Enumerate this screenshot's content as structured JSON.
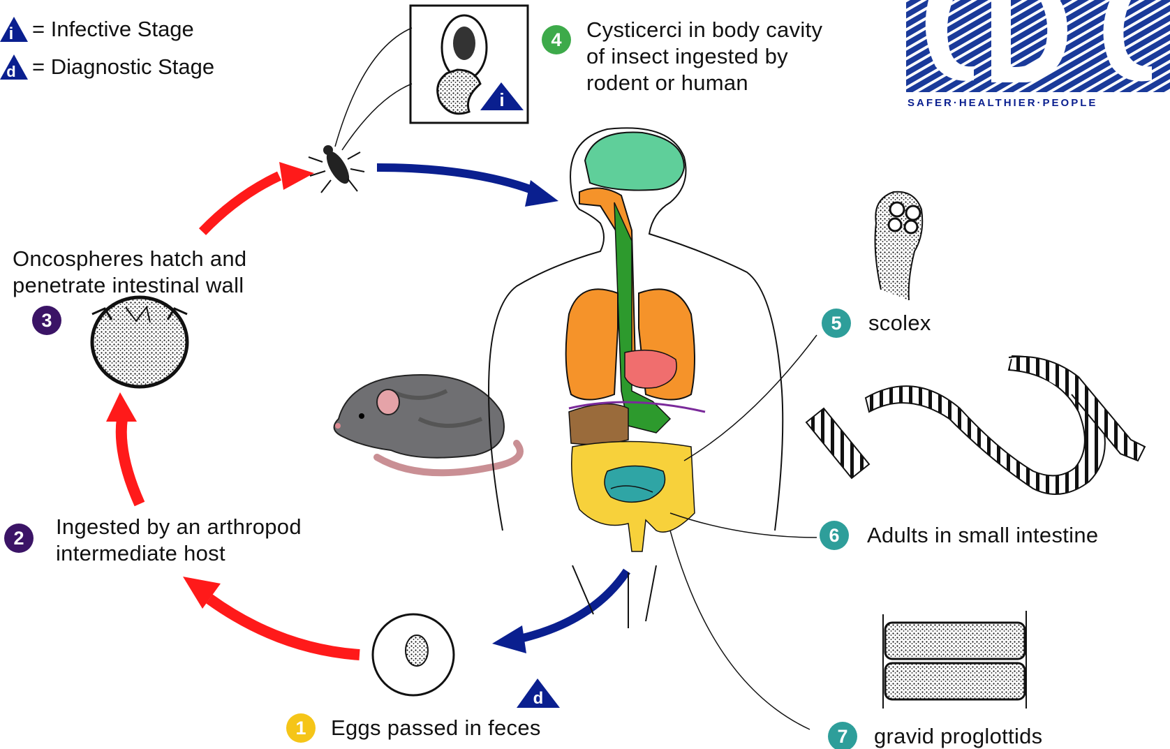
{
  "legend": {
    "infective": {
      "symbol": "i",
      "label": "= Infective Stage"
    },
    "diagnostic": {
      "symbol": "d",
      "label": "= Diagnostic Stage"
    }
  },
  "steps": [
    {
      "num": "1",
      "text": "Eggs passed in feces",
      "color": "#f5c518"
    },
    {
      "num": "2",
      "text": "Ingested by an arthropod\nintermediate host",
      "color": "#3b1466"
    },
    {
      "num": "3",
      "text": "Oncospheres hatch and\npenetrate intestinal wall",
      "color": "#3b1466"
    },
    {
      "num": "4",
      "text": "Cysticerci in body cavity\nof insect ingested by\nrodent or human",
      "color": "#3daa4a"
    },
    {
      "num": "5",
      "text": "scolex",
      "color": "#2e9e9a"
    },
    {
      "num": "6",
      "text": "Adults in small intestine",
      "color": "#2e9e9a"
    },
    {
      "num": "7",
      "text": "gravid proglottids",
      "color": "#2e9e9a"
    }
  ],
  "stage_markers": {
    "cysticerci": "i",
    "eggs": "d"
  },
  "logo": {
    "text": "CDC",
    "tagline": "SAFER·HEALTHIER·PEOPLE"
  },
  "colors": {
    "human_arrow": "#0a1f8f",
    "insect_cycle_arrow": "#ff1a1a",
    "marker_triangle": "#0a1f8f"
  }
}
